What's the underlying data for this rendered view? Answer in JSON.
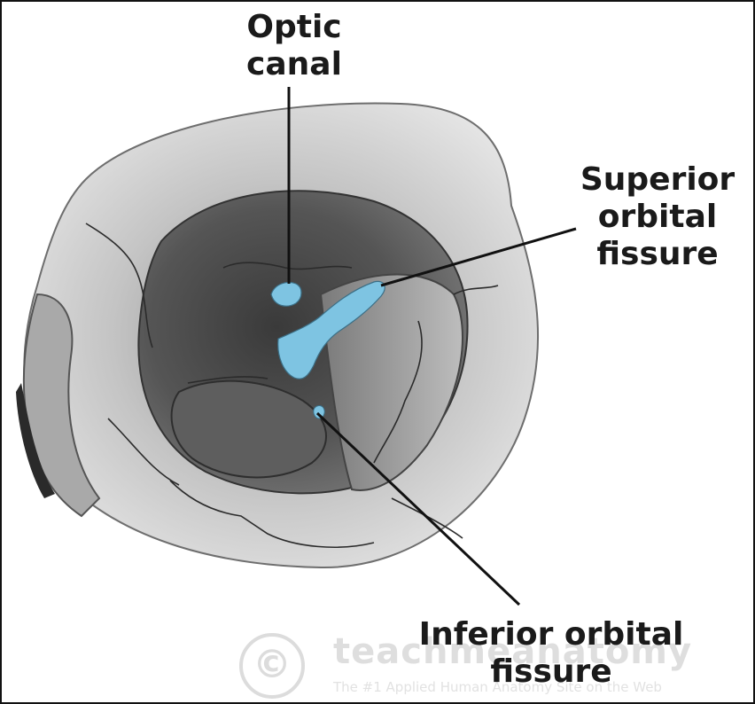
{
  "labels": {
    "optic_canal": [
      "Optic",
      "canal"
    ],
    "superior_orbital_fissure": [
      "Superior",
      "orbital",
      "fissure"
    ],
    "inferior_orbital_fissure": [
      "Inferior orbital",
      "fissure"
    ]
  },
  "watermark": {
    "logo": "©",
    "name": "teachmeanatomy",
    "tagline": "The #1 Applied Human Anatomy Site on the Web"
  },
  "colors": {
    "highlight": "#7ec4e2",
    "bone_light": "#e2e2e2",
    "bone_mid": "#9a9a9a",
    "orbit_dark": "#4a4a4a",
    "pointer_line": "#111111",
    "label_text": "#1a1a1a",
    "frame_border": "#111111"
  }
}
